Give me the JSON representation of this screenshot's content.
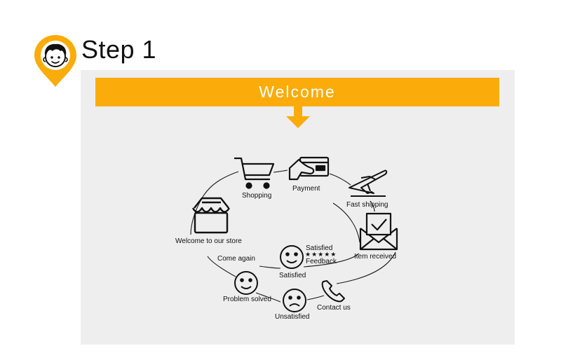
{
  "header": {
    "step_title": "Step 1"
  },
  "banner": {
    "title": "Welcome"
  },
  "colors": {
    "accent": "#fbac0a",
    "panel": "#efeeef",
    "line": "#1a1a1a"
  },
  "cycle": {
    "shopping": "Shopping",
    "payment": "Payment",
    "fast_shipping": "Fast shipping",
    "welcome": "Welcome to  our  store",
    "item_received": "Item received",
    "come_again": "Come again",
    "satisfied_top": "Satisfied",
    "feedback": "Feedback",
    "satisfied": "Satisfied",
    "problem_solved": "Problem solved",
    "contact_us": "Contact us",
    "unsatisfied": "Unsatisfied",
    "rating_stars": "★★★★★"
  }
}
